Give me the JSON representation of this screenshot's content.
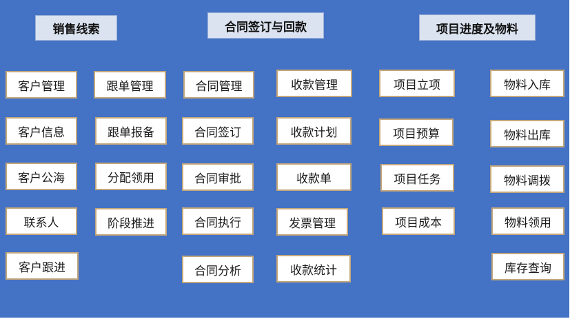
{
  "colors": {
    "background": "#4472c4",
    "header_fill": "#dbe3f1",
    "box_border": "#c4a77b"
  },
  "groups": [
    {
      "title": "销售线索",
      "col1": [
        "客户管理",
        "客户信息",
        "客户公海",
        "联系人",
        "客户跟进"
      ],
      "col2": [
        "跟单管理",
        "跟单报备",
        "分配领用",
        "阶段推进"
      ]
    },
    {
      "title": "合同签订与回款",
      "col1": [
        "合同管理",
        "合同签订",
        "合同审批",
        "合同执行",
        "合同分析"
      ],
      "col2": [
        "收款管理",
        "收款计划",
        "收款单",
        "发票管理",
        "收款统计"
      ]
    },
    {
      "title": "项目进度及物料",
      "col1": [
        "项目立项",
        "项目预算",
        "项目任务",
        "项目成本"
      ],
      "col2": [
        "物料入库",
        "物料出库",
        "物料调拨",
        "物料领用",
        "库存查询"
      ]
    }
  ]
}
